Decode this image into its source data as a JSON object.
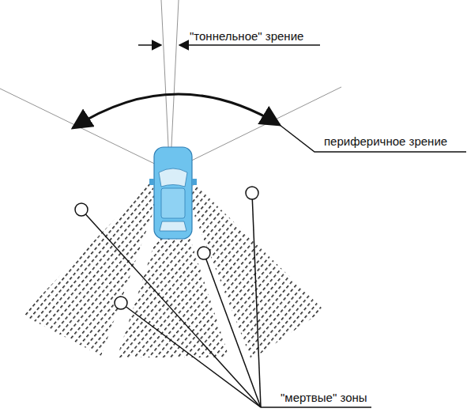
{
  "diagram": {
    "labels": [
      "\"тоннельное\" зрение",
      "периферичное зрение",
      "\"мертвые\" зоны"
    ]
  }
}
